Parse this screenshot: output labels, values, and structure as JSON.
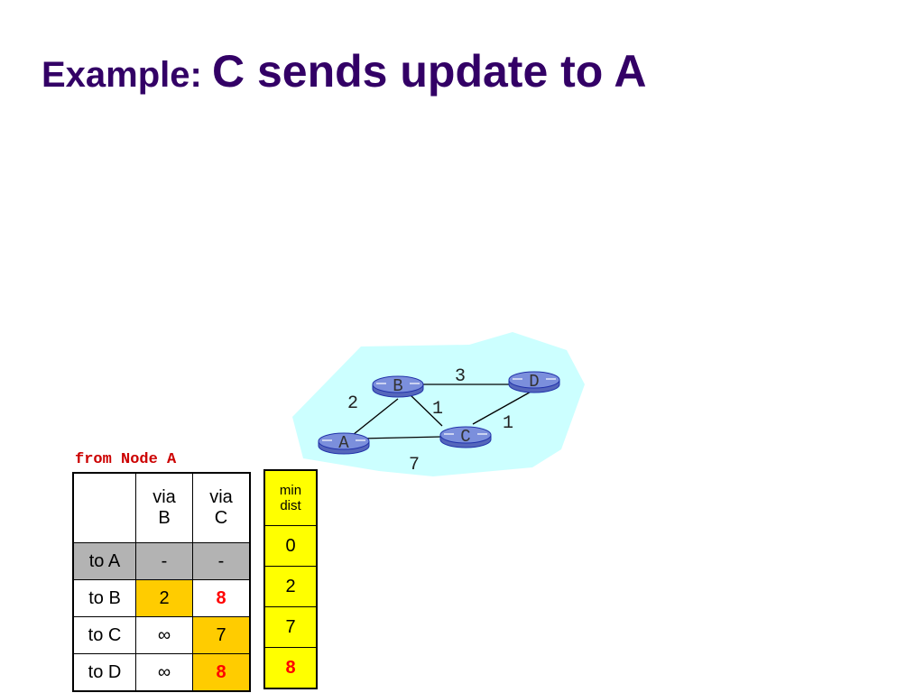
{
  "title": {
    "prefix": "Example: ",
    "main": "C sends update to A"
  },
  "graph": {
    "nodes": [
      {
        "id": "A",
        "label": "A"
      },
      {
        "id": "B",
        "label": "B"
      },
      {
        "id": "C",
        "label": "C"
      },
      {
        "id": "D",
        "label": "D"
      }
    ],
    "edges": [
      {
        "from": "A",
        "to": "B",
        "weight": "2"
      },
      {
        "from": "B",
        "to": "D",
        "weight": "3"
      },
      {
        "from": "B",
        "to": "C",
        "weight": "1"
      },
      {
        "from": "C",
        "to": "D",
        "weight": "1"
      },
      {
        "from": "A",
        "to": "C",
        "weight": "7"
      }
    ],
    "colors": {
      "cloud": "#ccffff",
      "node_fill": "#7b8fdc",
      "node_stroke": "#2233aa"
    }
  },
  "table_label": "from Node A",
  "dv_table": {
    "headers": [
      "",
      "via\nB",
      "via\nC"
    ],
    "rows": [
      {
        "dest": "to A",
        "via_b": "-",
        "via_c": "-"
      },
      {
        "dest": "to B",
        "via_b": "2",
        "via_c": "8"
      },
      {
        "dest": "to C",
        "via_b": "∞",
        "via_c": "7"
      },
      {
        "dest": "to D",
        "via_b": "∞",
        "via_c": "8"
      }
    ],
    "colors": {
      "highlight": "#ffcc00",
      "self_row": "#b3b3b3",
      "updated_text": "#ff0000"
    }
  },
  "min_dist": {
    "header": "min\ndist",
    "values": [
      "0",
      "2",
      "7",
      "8"
    ],
    "colors": {
      "background": "#ffff00"
    }
  }
}
